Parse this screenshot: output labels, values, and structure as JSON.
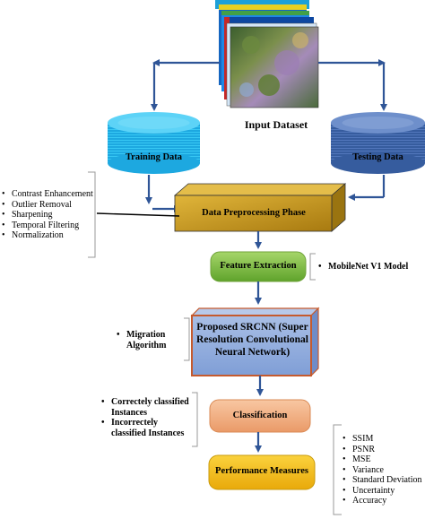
{
  "colors": {
    "arrow": "#2F5597",
    "cylinder_training": "#18B8EC",
    "cylinder_testing": "#3D63A8",
    "preprocessing": "#C59A1C",
    "feature": "#82C341",
    "srcnn_fill": "#8EA9D9",
    "srcnn_border": "#C55A2E",
    "classification": "#F3B084",
    "performance": "#F6C115"
  },
  "input_dataset": {
    "label": "Input Dataset"
  },
  "training": {
    "label": "Training Data"
  },
  "testing": {
    "label": "Testing Data"
  },
  "preprocessing": {
    "label": "Data Preprocessing Phase",
    "bullets": [
      "Contrast Enhancement",
      "Outlier Removal",
      "Sharpening",
      "Temporal Filtering",
      "Normalization"
    ]
  },
  "feature": {
    "label": "Feature Extraction",
    "bullets": [
      "MobileNet V1 Model"
    ]
  },
  "srcnn": {
    "label": "Proposed SRCNN (Super Resolution Convolutional Neural Network)",
    "bullets": [
      "Migration Algorithm"
    ]
  },
  "classification": {
    "label": "Classification",
    "bullets": [
      "Correctely classified Instances",
      "Incorrectely classified Instances"
    ]
  },
  "performance": {
    "label": "Performance Measures",
    "bullets": [
      "SSIM",
      "PSNR",
      "MSE",
      "Variance",
      "Standard Deviation",
      "Uncertainty",
      "Accuracy"
    ]
  }
}
